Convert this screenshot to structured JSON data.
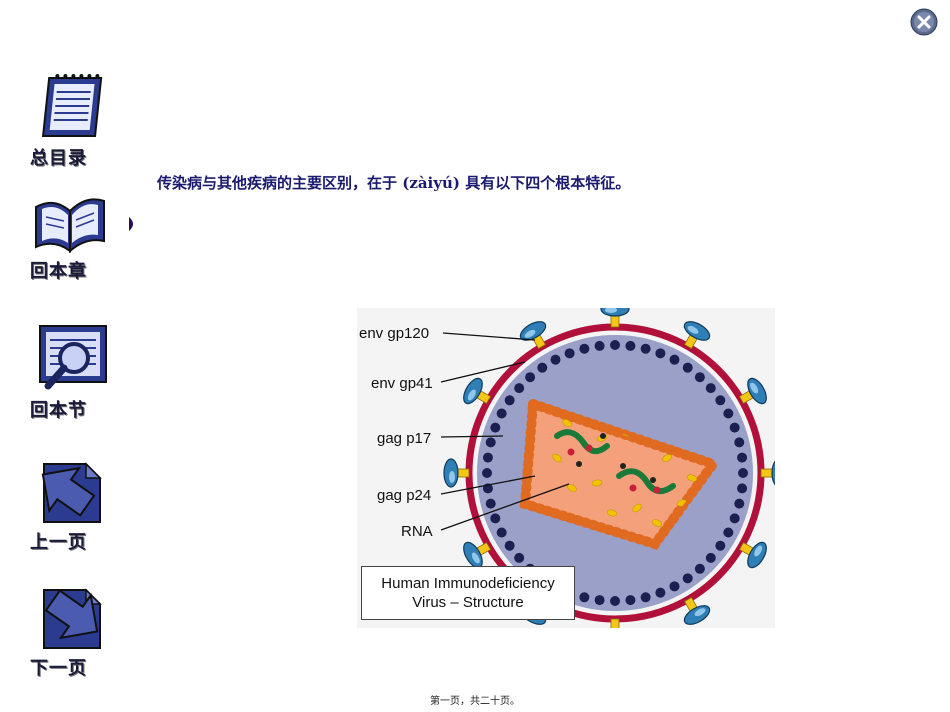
{
  "toolbar": {
    "close_icon": "close-icon"
  },
  "nav": {
    "items": [
      {
        "label": "总目录",
        "icon": "notepad-icon"
      },
      {
        "label": "回本章",
        "icon": "open-book-icon"
      },
      {
        "label": "回本节",
        "icon": "magnifier-document-icon"
      },
      {
        "label": "上一页",
        "icon": "previous-page-icon"
      },
      {
        "label": "下一页",
        "icon": "next-page-icon"
      }
    ]
  },
  "content": {
    "headline": "传染病与其他疾病的主要区别，在于 (zàiyú) 具有以下四个根本特征。",
    "figure": {
      "labels": [
        "env gp120",
        "env gp41",
        "gag p17",
        "gag p24",
        "RNA"
      ],
      "caption_line1": "Human Immunodeficiency",
      "caption_line2": "Virus – Structure"
    }
  },
  "footer": {
    "page_text": "第一页，共二十页。"
  },
  "colors": {
    "nav_icon": "#2b3b8f",
    "headline": "#1a1a6e",
    "envelope": "#b0103a",
    "capsid": "#f4a07a",
    "inner": "#9aa0c8"
  }
}
